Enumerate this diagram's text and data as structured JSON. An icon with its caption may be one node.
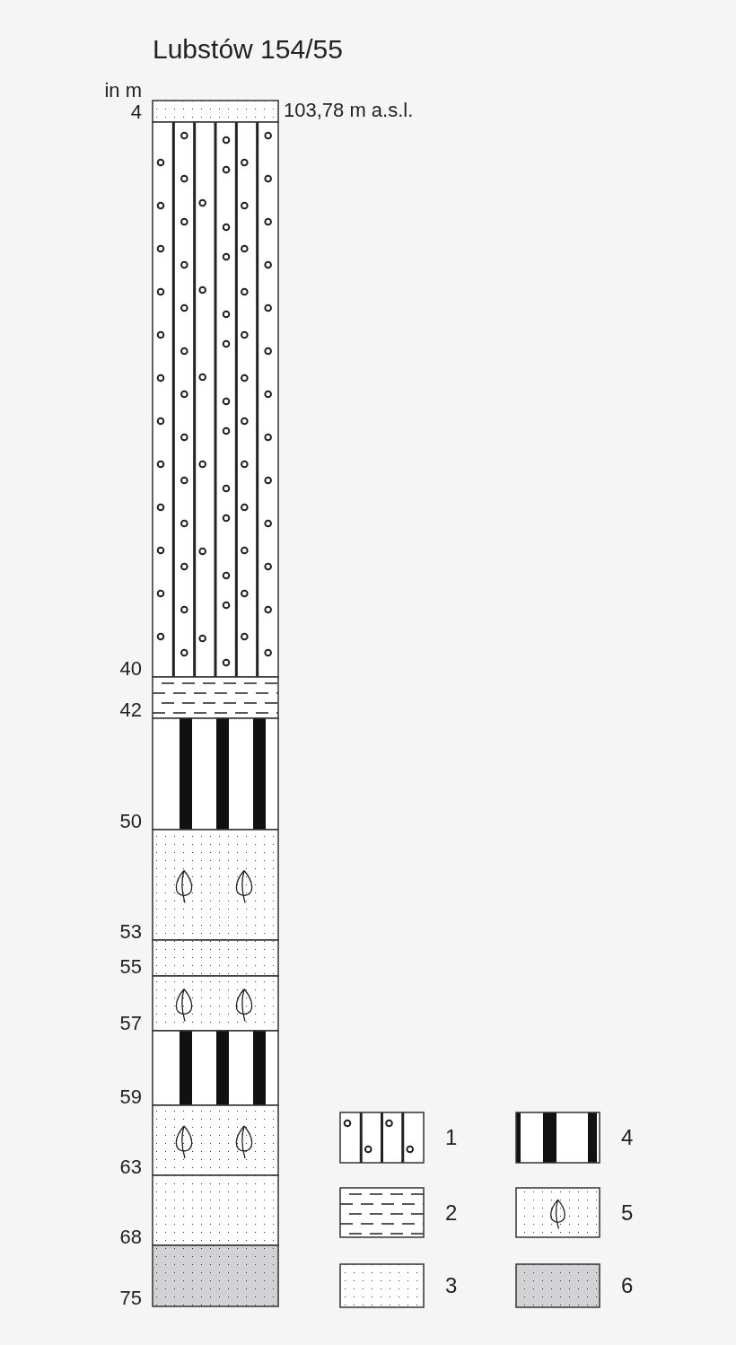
{
  "diagram": {
    "title": "Lubstów 154/55",
    "labels": [
      "in m",
      "4",
      "40",
      "42",
      "50",
      "53",
      "55",
      "57",
      "59",
      "63",
      "68",
      "75",
      "103,78 m a.s.l."
    ],
    "legend": [
      {
        "text": "1"
      },
      {
        "text": "2"
      },
      {
        "text": "3"
      },
      {
        "text": "4"
      },
      {
        "text": "5"
      },
      {
        "text": "6"
      }
    ]
  }
}
